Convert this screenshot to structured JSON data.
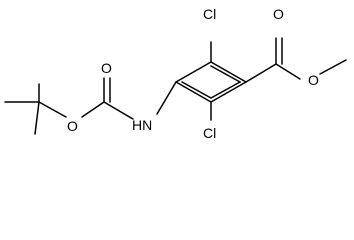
{
  "molecule": {
    "atoms": {
      "cl_top": "Cl",
      "cl_bottom": "Cl",
      "o_carbonyl_ester": "O",
      "o_methoxy": "O",
      "o_carbonyl_carbamate": "O",
      "o_tbu": "O",
      "n_amide": "HN"
    }
  }
}
